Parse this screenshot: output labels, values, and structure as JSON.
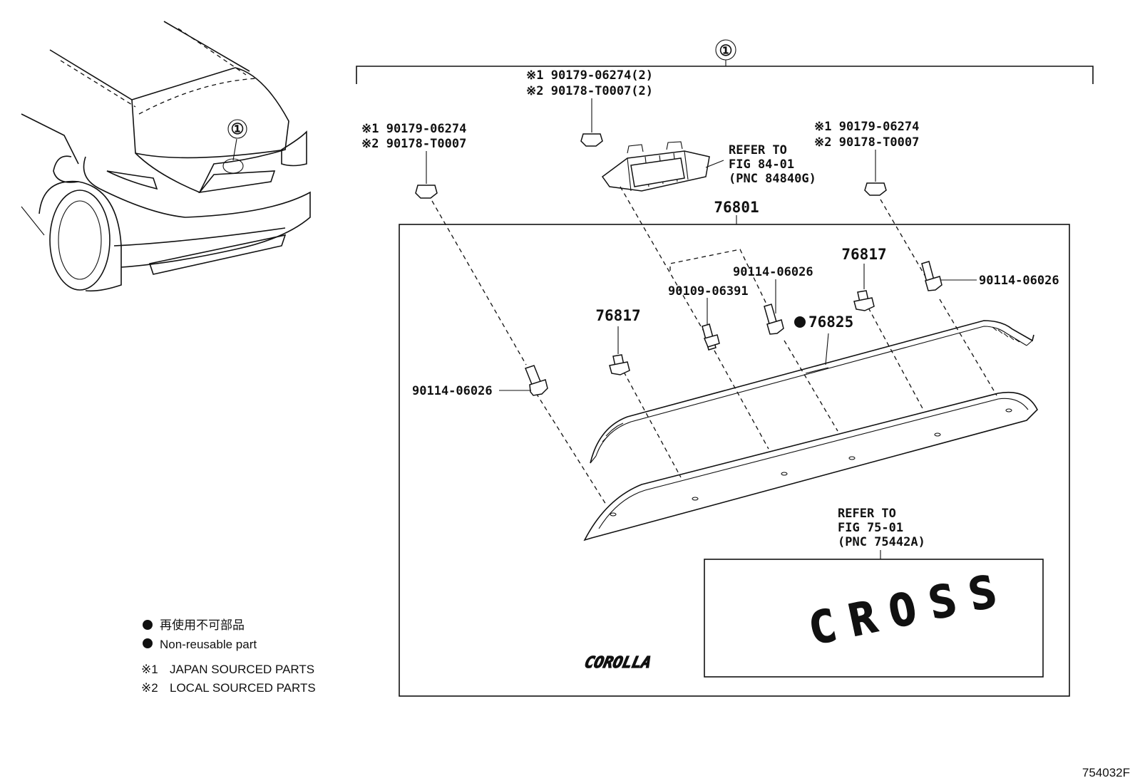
{
  "callouts": {
    "assembly": "①",
    "car_pointer": "①"
  },
  "labels": {
    "nut_top_1": "※1 90179-06274(2)",
    "nut_top_2": "※2 90178-T0007(2)",
    "nut_left_1": "※1 90179-06274",
    "nut_left_2": "※2 90178-T0007",
    "nut_right_1": "※1 90179-06274",
    "nut_right_2": "※2 90178-T0007",
    "refer_a_1": "REFER TO",
    "refer_a_2": "FIG 84-01",
    "refer_a_3": "(PNC 84840G)",
    "refer_b_1": "REFER TO",
    "refer_b_2": "FIG 75-01",
    "refer_b_3": "(PNC 75442A)",
    "garnish": "76801",
    "clip_right": "76817",
    "clip_left": "76817",
    "screw_center": "90114-06026",
    "screw_right": "90114-06026",
    "screw_left": "90114-06026",
    "bolt": "90109-06391",
    "seal": "76825",
    "drawing_code": "754032F"
  },
  "emblem": {
    "corolla": "COROLLA",
    "cross": "CROSS"
  },
  "legend": {
    "non_reusable_jp": "再使用不可部品",
    "non_reusable_en": "Non-reusable part",
    "japan_mark": "※1",
    "japan_text": "JAPAN SOURCED PARTS",
    "local_mark": "※2",
    "local_text": "LOCAL SOURCED PARTS"
  }
}
